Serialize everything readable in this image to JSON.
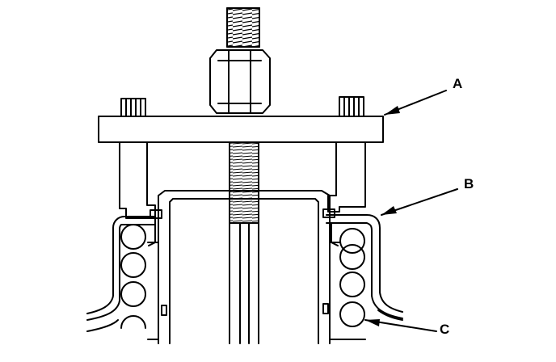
{
  "diagram": {
    "callouts": [
      {
        "id": "A",
        "text": "A"
      },
      {
        "id": "B",
        "text": "B"
      },
      {
        "id": "C",
        "text": "C"
      }
    ]
  }
}
